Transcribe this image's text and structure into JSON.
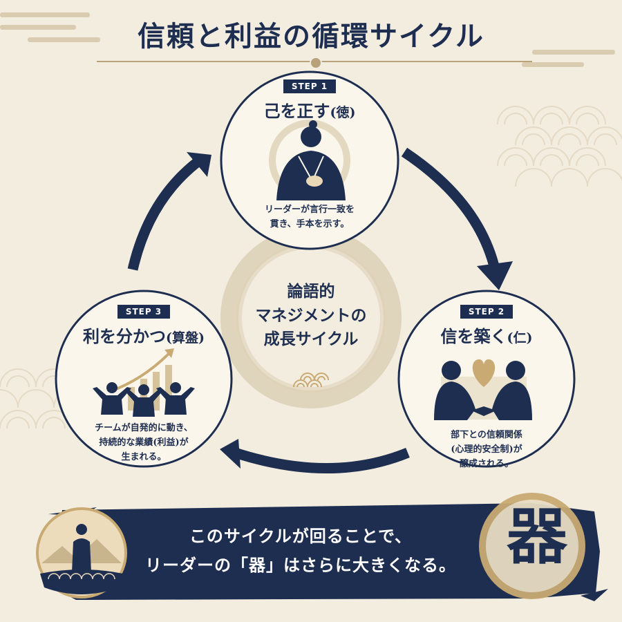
{
  "title": "信頼と利益の循環サイクル",
  "center": {
    "line1": "論語的",
    "line2": "マネジメントの",
    "line3": "成長サイクル"
  },
  "steps": [
    {
      "badge": "STEP 1",
      "title": "己を正す",
      "paren": "(徳)",
      "desc": [
        "リーダーが言行一致を",
        "貫き、手本を示す。"
      ]
    },
    {
      "badge": "STEP 2",
      "title": "信を築く",
      "paren": "(仁)",
      "desc": [
        "部下との信頼関係",
        "(心理的安全制)が",
        "醸成される。"
      ]
    },
    {
      "badge": "STEP 3",
      "title": "利を分かつ",
      "paren": "(算盤)",
      "desc": [
        "チームが自発的に動き、",
        "持続的な業績(利益)が",
        "生まれる。"
      ]
    }
  ],
  "banner": {
    "line1": "このサイクルが回ることで、",
    "line2": "リーダーの「器」はさらに大きくなる。",
    "kanji": "器"
  },
  "colors": {
    "navy": "#1e2e50",
    "gold": "#b8a27a",
    "paper": "#f3ede0"
  },
  "icons": [
    "leader-icon",
    "handshake-icon",
    "heart-icon",
    "team-icon",
    "growth-chart-icon",
    "wave-icon",
    "samurai-medallion-icon"
  ]
}
